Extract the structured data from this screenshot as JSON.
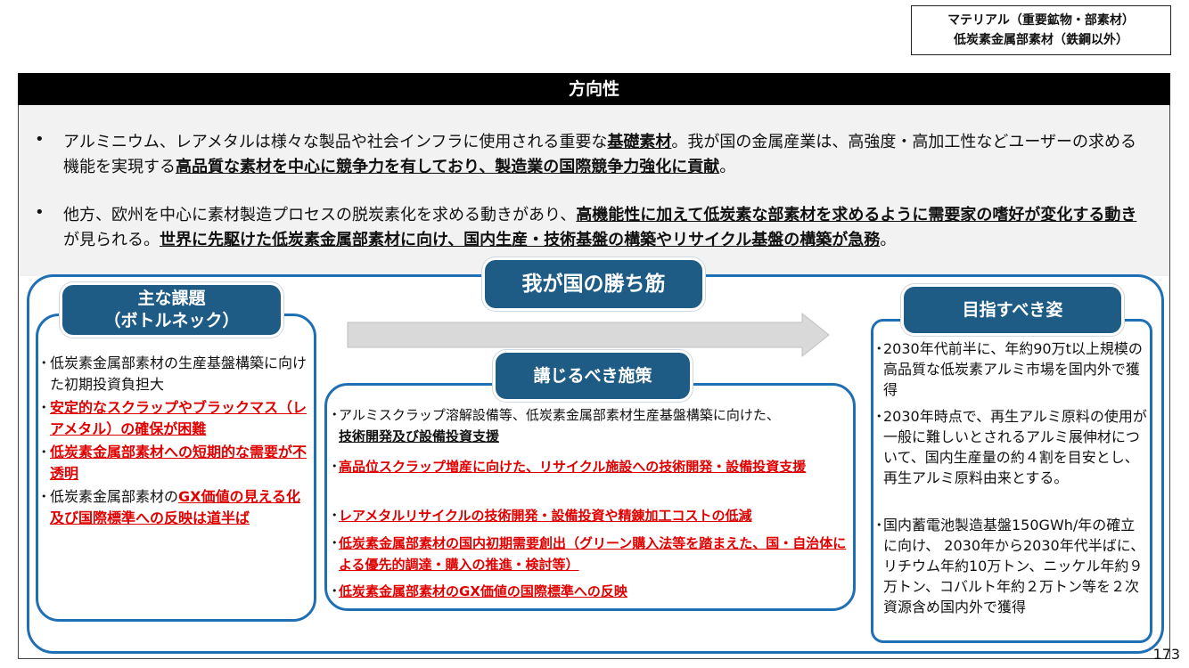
{
  "tag": {
    "line1": "マテリアル（重要鉱物・部素材）",
    "line2": "低炭素金属部素材（鉄鋼以外）"
  },
  "band_title": "方向性",
  "bullet_symbol": "•",
  "intro": {
    "p1": {
      "a": "アルミニウム、レアメタルは様々な製品や社会インフラに使用される重要な",
      "b": "基礎素材",
      "c": "。我が国の金属産業は、高強度・高加工性などユーザーの求める機能を実現する",
      "d": "高品質な素材を中心に競争力を有しており、製造業の国際競争力強化に貢献",
      "e": "。"
    },
    "p2": {
      "a": "他方、欧州を中心に素材製造プロセスの脱炭素化を求める動きがあり、",
      "b": "高機能性に加えて低炭素な部素材を求めるように需要家の嗜好が変化する動き",
      "c": "が見られる。",
      "d": "世界に先駆けた低炭素金属部素材に向け、国内生産・技術基盤の構築やリサイクル基盤の構築が急務",
      "e": "。"
    }
  },
  "winning": "我が国の勝ち筋",
  "left": {
    "title1": "主な課題",
    "title2": "（ボトルネック）",
    "items": [
      "低炭素金属部素材の生産基盤構築に向けた初期投資負担大",
      "安定的なスクラップやブラックマス（レアメタル）の確保が困難",
      "低炭素金属部素材への短期的な需要が不透明"
    ],
    "item4_a": "低炭素金属部素材の",
    "item4_b": "GX価値の見える化及び国際標準への反映は道半ば"
  },
  "center": {
    "title": "講じるべき施策",
    "item1_a": "アルミスクラップ溶解設備等、低炭素金属部素材生産基盤構築に向けた、",
    "item1_b": "技術開発及び設備投資支援",
    "items": [
      "高品位スクラップ増産に向けた、リサイクル施設への技術開発・設備投資支援",
      "レアメタルリサイクルの技術開発・設備投資や精錬加工コストの低減",
      "低炭素金属部素材の国内初期需要創出（グリーン購入法等を踏まえた、国・自治体による優先的調達・購入の推進・検討等）",
      "低炭素金属部素材のGX価値の国際標準への反映"
    ]
  },
  "right": {
    "title": "目指すべき姿",
    "items": [
      "2030年代前半に、年約90万t以上規模の高品質な低炭素アルミ市場を国内外で獲得",
      "2030年時点で、再生アルミ原料の使用が一般に難しいとされるアルミ展伸材について、国内生産量の約４割を目安とし、再生アルミ原料由来とする。",
      "国内蓄電池製造基盤150GWh/年の確立に向け、 2030年から2030年代半ばに、リチウム年約10万トン、ニッケル年約９万トン、コバルト年約２万トン等を２次資源含め国内外で獲得"
    ]
  },
  "page_number": "173"
}
